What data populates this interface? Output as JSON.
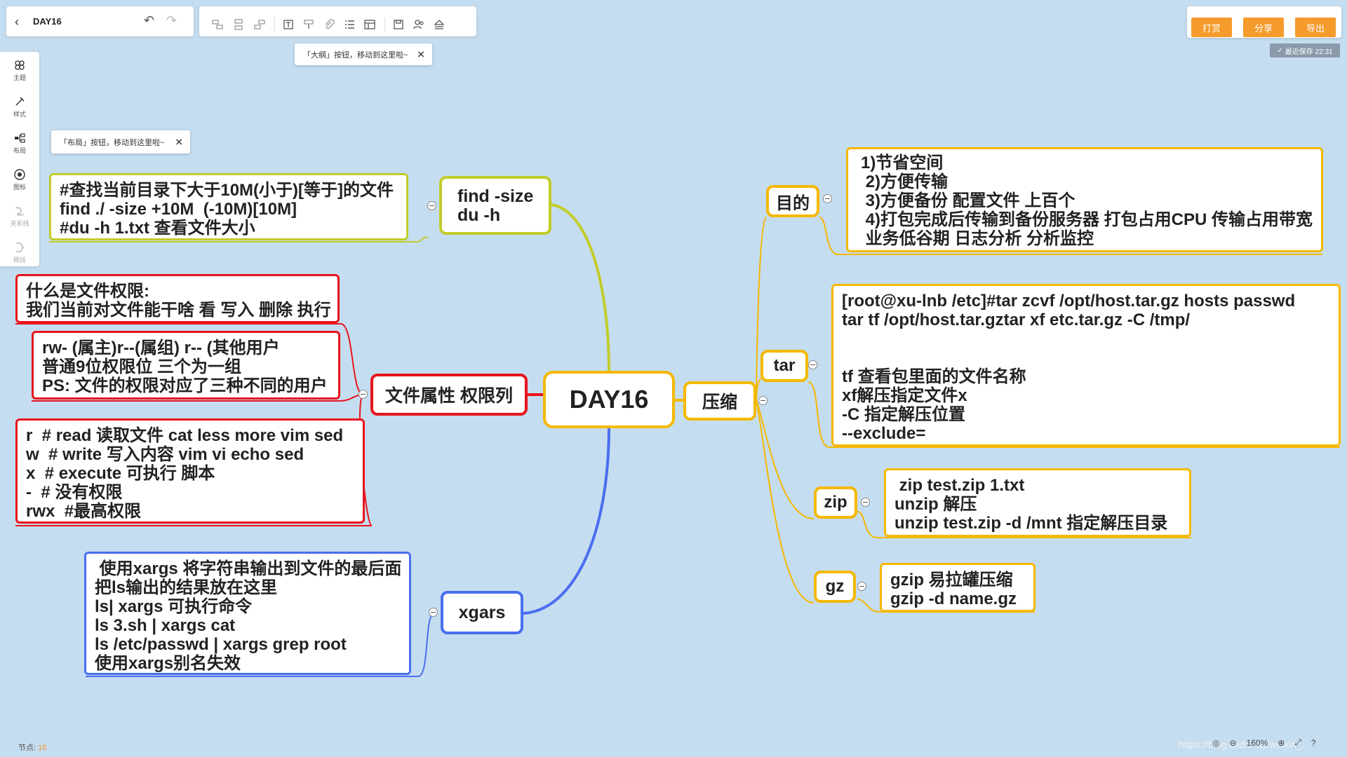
{
  "app": {
    "doc_title": "DAY16",
    "buttons": {
      "reward": "打赏",
      "share": "分享",
      "export": "导出"
    },
    "save_status": "最近保存 22:31",
    "tip_outline": "「大纲」按钮，移动到这里啦~",
    "tip_layout": "「布局」按钮，移动到这里啦~",
    "tip_close": "✕",
    "sidebar": [
      {
        "label": "主题",
        "icon": "theme-icon"
      },
      {
        "label": "样式",
        "icon": "style-icon"
      },
      {
        "label": "布局",
        "icon": "layout-icon"
      },
      {
        "label": "图标",
        "icon": "emoji-icon"
      },
      {
        "label": "关系线",
        "icon": "relation-icon"
      },
      {
        "label": "概括",
        "icon": "summary-icon"
      }
    ],
    "node_count_label": "节点:",
    "node_count": "18",
    "zoom": "160%",
    "watermark": "https://blog.csdn.net/weixin_..."
  },
  "mindmap": {
    "root": "DAY16",
    "colors": {
      "orange": "#f5b800",
      "red": "#e8141c",
      "green": "#c2cc2a",
      "blue": "#4a6ef0"
    },
    "find": {
      "topic": "find -size\ndu -h",
      "detail": "#查找当前目录下大于10M(小于)[等于]的文件\nfind ./ -size +10M  (-10M)[10M]\n#du -h 1.txt 查看文件大小"
    },
    "perm": {
      "topic": "文件属性 权限列",
      "what": "什么是文件权限:\n我们当前对文件能干啥 看 写入 删除 执行",
      "bits": "rw- (属主)r--(属组) r-- (其他用户\n普通9位权限位 三个为一组\nPS: 文件的权限对应了三种不同的用户",
      "rwx": "r  # read 读取文件 cat less more vim sed\nw  # write 写入内容 vim vi echo sed\nx  # execute 可执行 脚本\n-  # 没有权限\nrwx  #最高权限"
    },
    "xargs": {
      "topic": "xgars",
      "detail": " 使用xargs 将字符串输出到文件的最后面\n把ls输出的结果放在这里\nls| xargs 可执行命令\nls 3.sh | xargs cat\nls /etc/passwd | xargs grep root\n使用xargs别名失效"
    },
    "compress": {
      "topic": "压缩",
      "purpose": {
        "topic": "目的",
        "detail": "1)节省空间\n 2)方便传输\n 3)方便备份 配置文件 上百个\n 4)打包完成后传输到备份服务器 打包占用CPU 传输占用带宽\n 业务低谷期 日志分析 分析监控"
      },
      "tar": {
        "topic": "tar",
        "detail": "[root@xu-lnb /etc]#tar zcvf /opt/host.tar.gz hosts passwd\ntar tf /opt/host.tar.gztar xf etc.tar.gz -C /tmp/\n\n\ntf 查看包里面的文件名称\nxf解压指定文件x\n-C 指定解压位置\n--exclude="
      },
      "zip": {
        "topic": "zip",
        "detail": " zip test.zip 1.txt\nunzip 解压\nunzip test.zip -d /mnt 指定解压目录"
      },
      "gz": {
        "topic": "gz",
        "detail": "gzip 易拉罐压缩\ngzip -d name.gz"
      }
    }
  }
}
